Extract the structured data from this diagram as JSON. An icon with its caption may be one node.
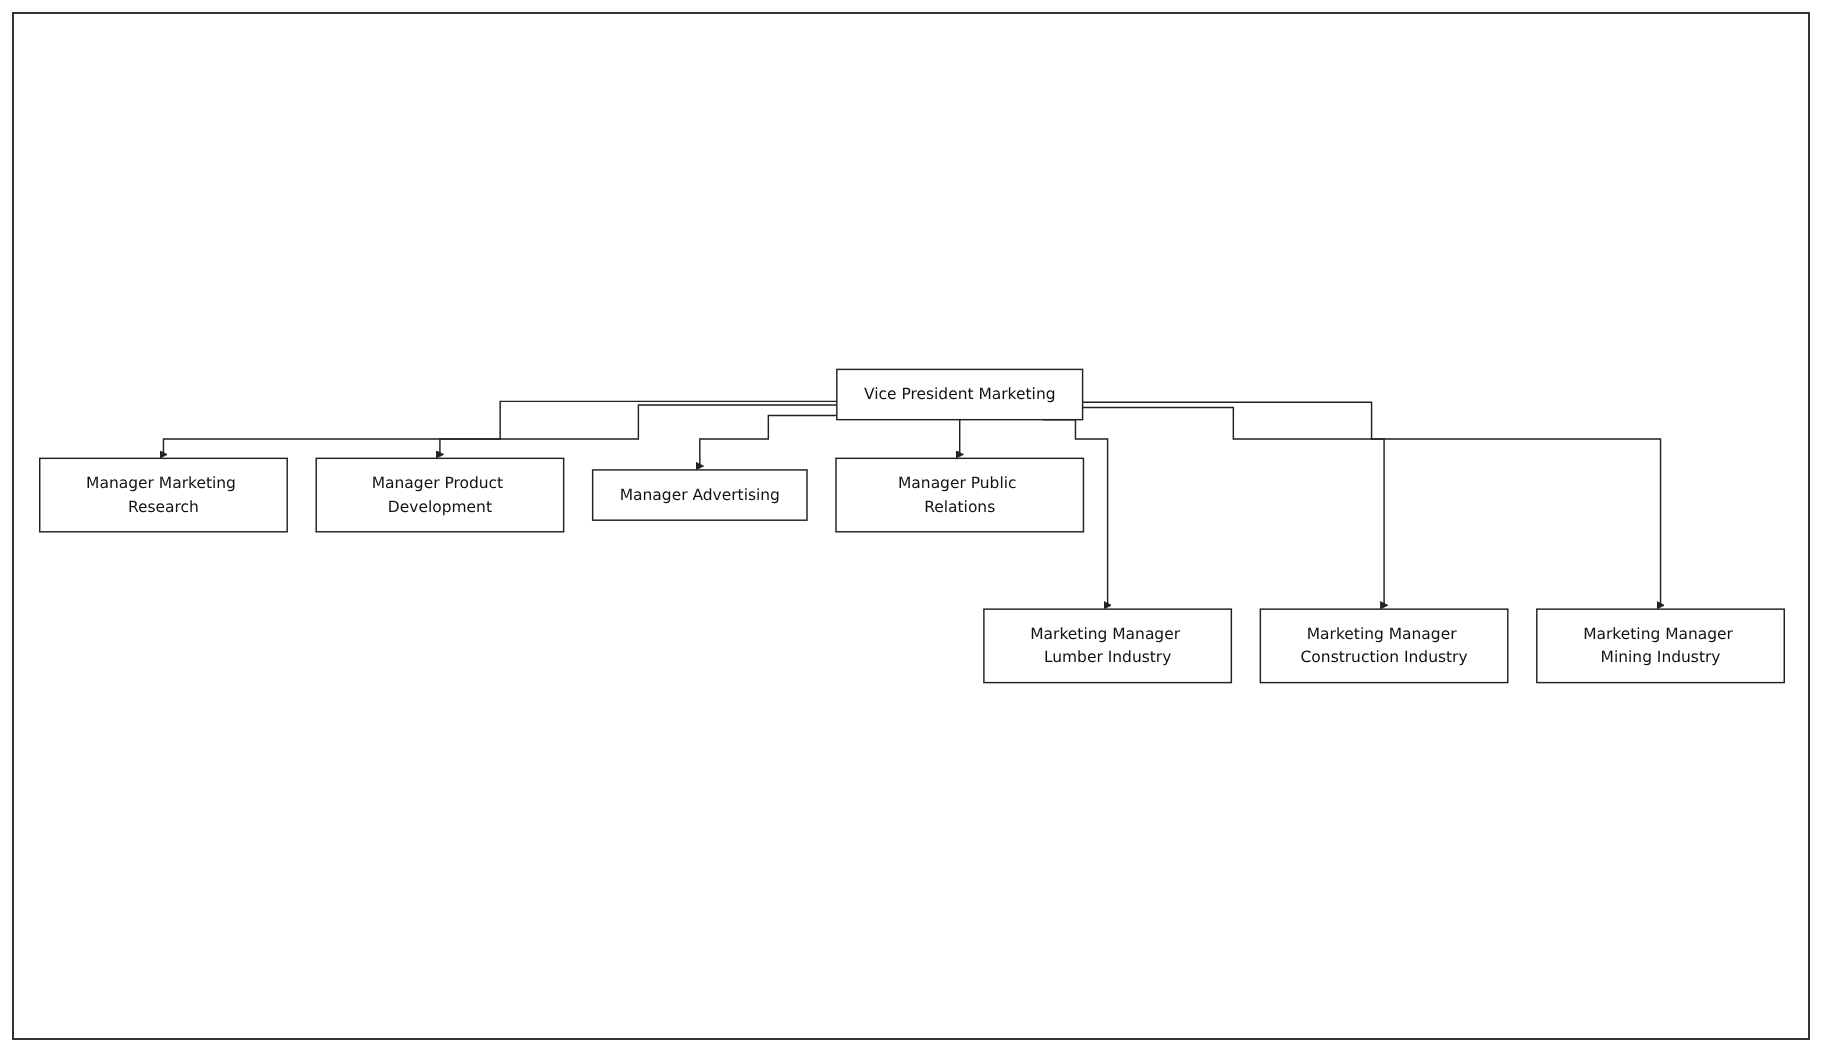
{
  "diagram": {
    "nodes": [
      {
        "text": [
          "Vice President Marketing"
        ]
      },
      {
        "text": [
          "Manager Marketing Research"
        ]
      },
      {
        "text": [
          "Manager Product Development"
        ]
      },
      {
        "text": [
          "Manager Advertising"
        ]
      },
      {
        "text": [
          "Manager Public Relations"
        ]
      },
      {
        "text": [
          "Marketing Manager Lumber Industry"
        ]
      },
      {
        "text": [
          "Marketing Manager Construction Industry"
        ]
      },
      {
        "text": [
          "Marketing Manager Mining Industry"
        ]
      }
    ],
    "edges": [
      {
        "from": 0,
        "to": 1,
        "arrow": "to"
      },
      {
        "from": 0,
        "to": 2,
        "arrow": "to"
      },
      {
        "from": 0,
        "to": 3,
        "arrow": "to"
      },
      {
        "from": 0,
        "to": 4,
        "arrow": "to"
      },
      {
        "from": 0,
        "to": 5,
        "arrow": "to"
      },
      {
        "from": 0,
        "to": 6,
        "arrow": "to"
      },
      {
        "from": 0,
        "to": 7,
        "arrow": "to"
      }
    ]
  }
}
